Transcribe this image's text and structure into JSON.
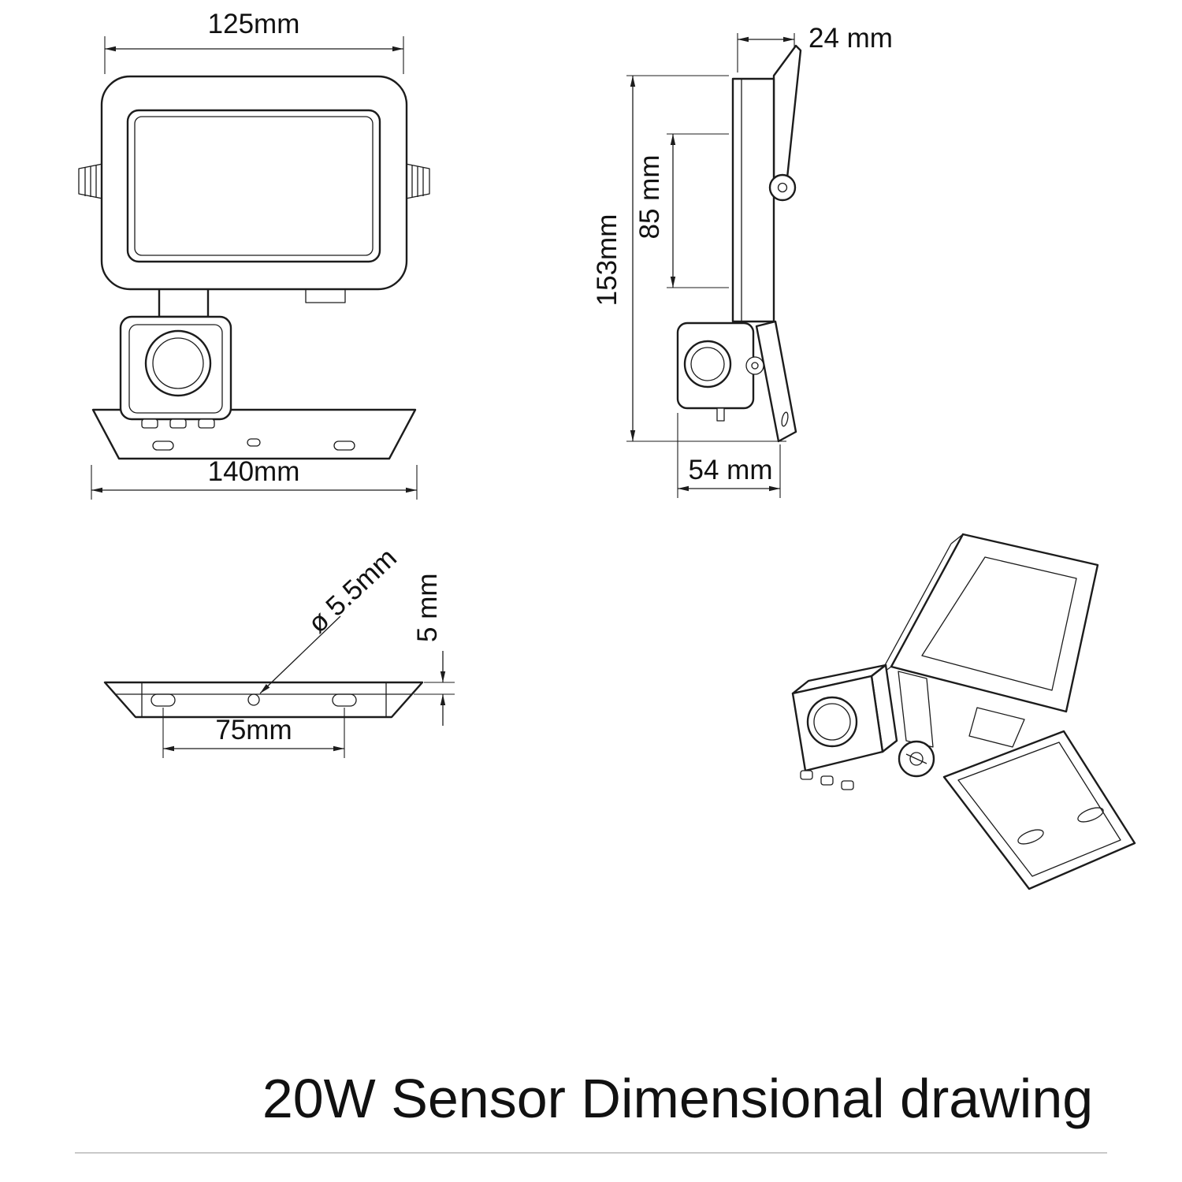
{
  "title": "20W Sensor Dimensional drawing",
  "front_view": {
    "dim_top_width": "125mm",
    "dim_bottom_width": "140mm"
  },
  "side_view": {
    "dim_top_depth": "24 mm",
    "dim_total_height": "153mm",
    "dim_body_height": "85 mm",
    "dim_bottom_depth": "54 mm"
  },
  "mounting_plate_view": {
    "dim_hole_diameter": "ø 5.5mm",
    "dim_plate_thickness": "5 mm",
    "dim_hole_spacing": "75mm"
  }
}
